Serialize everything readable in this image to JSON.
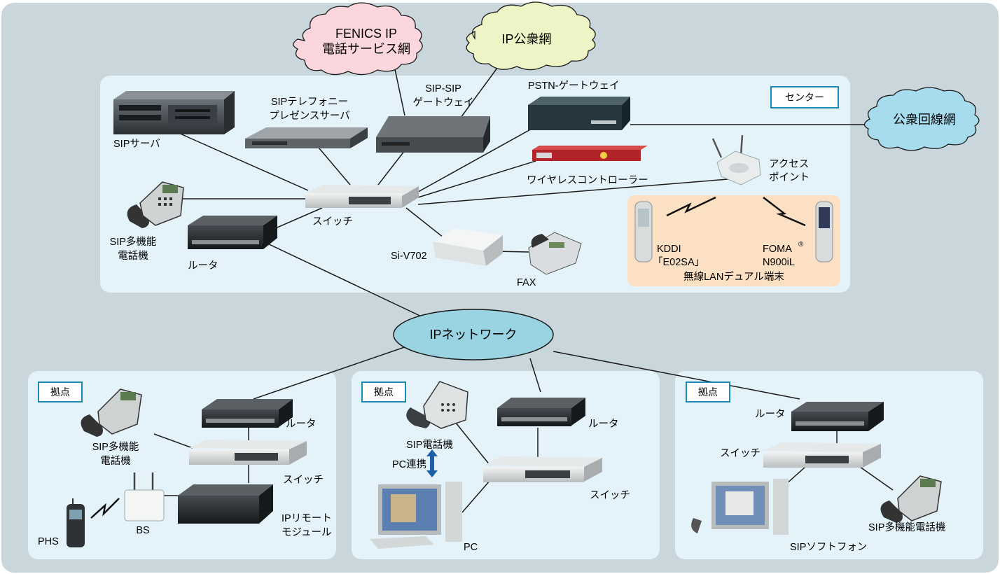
{
  "clouds": {
    "fenics_line1": "FENICS IP",
    "fenics_line2": "電話サービス網",
    "ip_public": "IP公衆網",
    "pstn_public": "公衆回線網"
  },
  "network": {
    "ip_network": "IPネットワーク"
  },
  "center": {
    "tag": "センター",
    "sip_server": "SIPサーバ",
    "presence_line1": "SIPテレフォニー",
    "presence_line2": "プレゼンスサーバ",
    "sipsip_line1": "SIP-SIP",
    "sipsip_line2": "ゲートウェイ",
    "pstn_gateway": "PSTN-ゲートウェイ",
    "wireless_controller": "ワイヤレスコントローラー",
    "ap_line1": "アクセス",
    "ap_line2": "ポイント",
    "switch": "スイッチ",
    "router": "ルータ",
    "sip_phone_line1": "SIP多機能",
    "sip_phone_line2": "電話機",
    "siv702": "Si-V702",
    "fax": "FAX",
    "kddi_line1": "KDDI",
    "kddi_line2": "「E02SA」",
    "foma_line1": "FOMA",
    "foma_mark": "®",
    "foma_line2": "N900iL",
    "dual_terminal": "無線LANデュアル端末"
  },
  "site1": {
    "tag": "拠点",
    "phone_line1": "SIP多機能",
    "phone_line2": "電話機",
    "router": "ルータ",
    "switch": "スイッチ",
    "remote_line1": "IPリモート",
    "remote_line2": "モジュール",
    "bs": "BS",
    "phs": "PHS"
  },
  "site2": {
    "tag": "拠点",
    "sip_phone": "SIP電話機",
    "pc_link": "PC連携",
    "router": "ルータ",
    "switch": "スイッチ",
    "pc": "PC"
  },
  "site3": {
    "tag": "拠点",
    "router": "ルータ",
    "switch": "スイッチ",
    "sip_phone": "SIP多機能電話機",
    "softphone": "SIPソフトフォン"
  },
  "colors": {
    "outer_bg": "#c9d6dc",
    "panel_bg": "#e4f3fa",
    "orange_bg": "#fbe0c4",
    "tag_border": "#1b8ab8",
    "ip_network_fill": "#9ad4e2",
    "fenics_fill": "#fbd6dc",
    "ip_public_fill": "#eef4c6",
    "pstn_fill": "#a6dcee"
  }
}
